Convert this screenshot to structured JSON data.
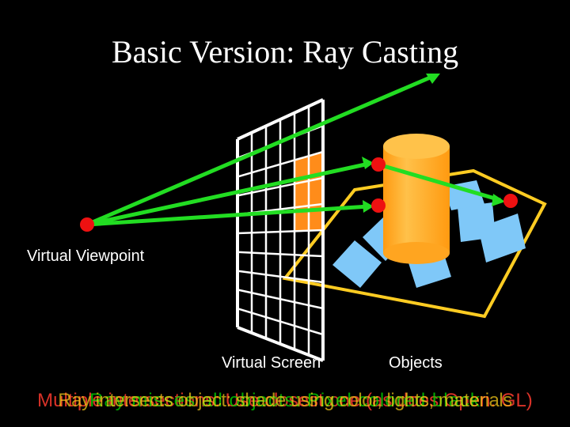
{
  "title": "Basic Version: Ray Casting",
  "labels": {
    "viewpoint": "Virtual Viewpoint",
    "screen": "Virtual Screen",
    "objects": "Objects"
  },
  "caption_layers": [
    "Multiple intersections: Use closest one (as does Open. GL)",
    "Ray misses all objects: Pixel colored black",
    "Ray intersects object: shade using color, lights, materials"
  ],
  "colors": {
    "background": "#000000",
    "ray": "#22dd22",
    "hit_point": "#ee1111",
    "cylinder": "#ffaa22",
    "screen_pixel": "#ff8c1a",
    "floor_outline": "#ffcc22",
    "tiles": "#7fc8f8"
  }
}
